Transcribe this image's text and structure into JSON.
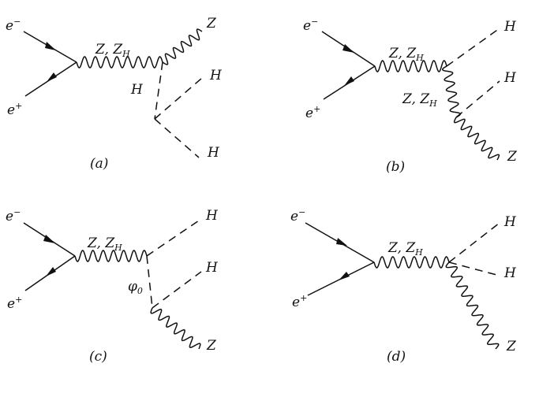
{
  "diagrams": [
    {
      "caption": "(a)",
      "labels": {
        "electron": "e",
        "electron_sup": "−",
        "positron": "e",
        "positron_sup": "+",
        "propagator": "Z, Z",
        "propagator_sub": "H",
        "internal": "H",
        "out1": "Z",
        "out2": "H",
        "out3": "H"
      }
    },
    {
      "caption": "(b)",
      "labels": {
        "electron": "e",
        "electron_sup": "−",
        "positron": "e",
        "positron_sup": "+",
        "propagator": "Z, Z",
        "propagator_sub": "H",
        "internal": "Z, Z",
        "internal_sub": "H",
        "out1": "H",
        "out2": "H",
        "out3": "Z"
      }
    },
    {
      "caption": "(c)",
      "labels": {
        "electron": "e",
        "electron_sup": "−",
        "positron": "e",
        "positron_sup": "+",
        "propagator": "Z, Z",
        "propagator_sub": "H",
        "internal": "φ",
        "internal_sub": "0",
        "out1": "H",
        "out2": "H",
        "out3": "Z"
      }
    },
    {
      "caption": "(d)",
      "labels": {
        "electron": "e",
        "electron_sup": "−",
        "positron": "e",
        "positron_sup": "+",
        "propagator": "Z, Z",
        "propagator_sub": "H",
        "out1": "H",
        "out2": "H",
        "out3": "Z"
      }
    }
  ]
}
